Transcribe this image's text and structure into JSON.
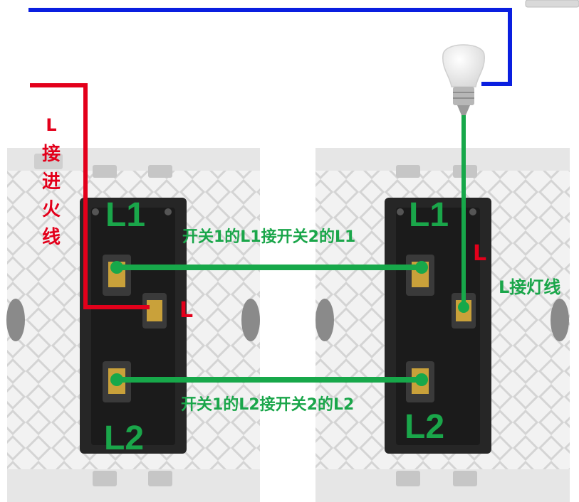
{
  "colors": {
    "live": "#e3001b",
    "lamp": "#0a1fe0",
    "traveler": "#17a84a",
    "panel": "#ececec",
    "switch_body": "#222222",
    "terminal": "#c9a13a"
  },
  "icons": [
    "bulb-icon"
  ],
  "labels": {
    "live_in_vertical": [
      "L",
      "接",
      "进",
      "火",
      "线"
    ],
    "switch1_l1": "L1",
    "switch1_l2": "L2",
    "switch1_l": "L",
    "switch2_l1": "L1",
    "switch2_l2": "L2",
    "switch2_l": "L",
    "traveler_top": "开关1的L1接开关2的L1",
    "traveler_bottom": "开关1的L2接开关2的L2",
    "lamp_wire": "L接灯线"
  }
}
